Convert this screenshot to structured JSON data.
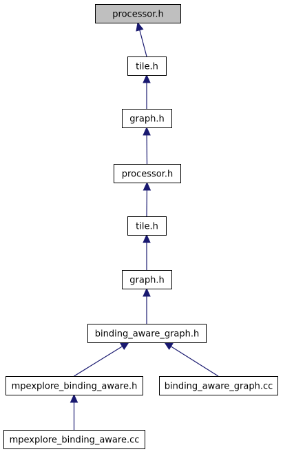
{
  "diagram": {
    "nodes": [
      {
        "id": "n0",
        "label": "processor.h",
        "highlighted": true
      },
      {
        "id": "n1",
        "label": "tile.h",
        "highlighted": false
      },
      {
        "id": "n2",
        "label": "graph.h",
        "highlighted": false
      },
      {
        "id": "n3",
        "label": "processor.h",
        "highlighted": false
      },
      {
        "id": "n4",
        "label": "tile.h",
        "highlighted": false
      },
      {
        "id": "n5",
        "label": "graph.h",
        "highlighted": false
      },
      {
        "id": "n6",
        "label": "binding_aware_graph.h",
        "highlighted": false
      },
      {
        "id": "n7",
        "label": "mpexplore_binding_aware.h",
        "highlighted": false
      },
      {
        "id": "n8",
        "label": "binding_aware_graph.cc",
        "highlighted": false
      },
      {
        "id": "n9",
        "label": "mpexplore_binding_aware.cc",
        "highlighted": false
      }
    ],
    "edges": [
      {
        "from": "n1",
        "to": "n0"
      },
      {
        "from": "n2",
        "to": "n1"
      },
      {
        "from": "n3",
        "to": "n2"
      },
      {
        "from": "n4",
        "to": "n3"
      },
      {
        "from": "n5",
        "to": "n4"
      },
      {
        "from": "n6",
        "to": "n5"
      },
      {
        "from": "n7",
        "to": "n6"
      },
      {
        "from": "n8",
        "to": "n6"
      },
      {
        "from": "n9",
        "to": "n7"
      }
    ],
    "colors": {
      "edge": "#191970",
      "node_border": "#000000",
      "node_fill": "#ffffff",
      "highlight_fill": "#bfbfbf"
    }
  }
}
